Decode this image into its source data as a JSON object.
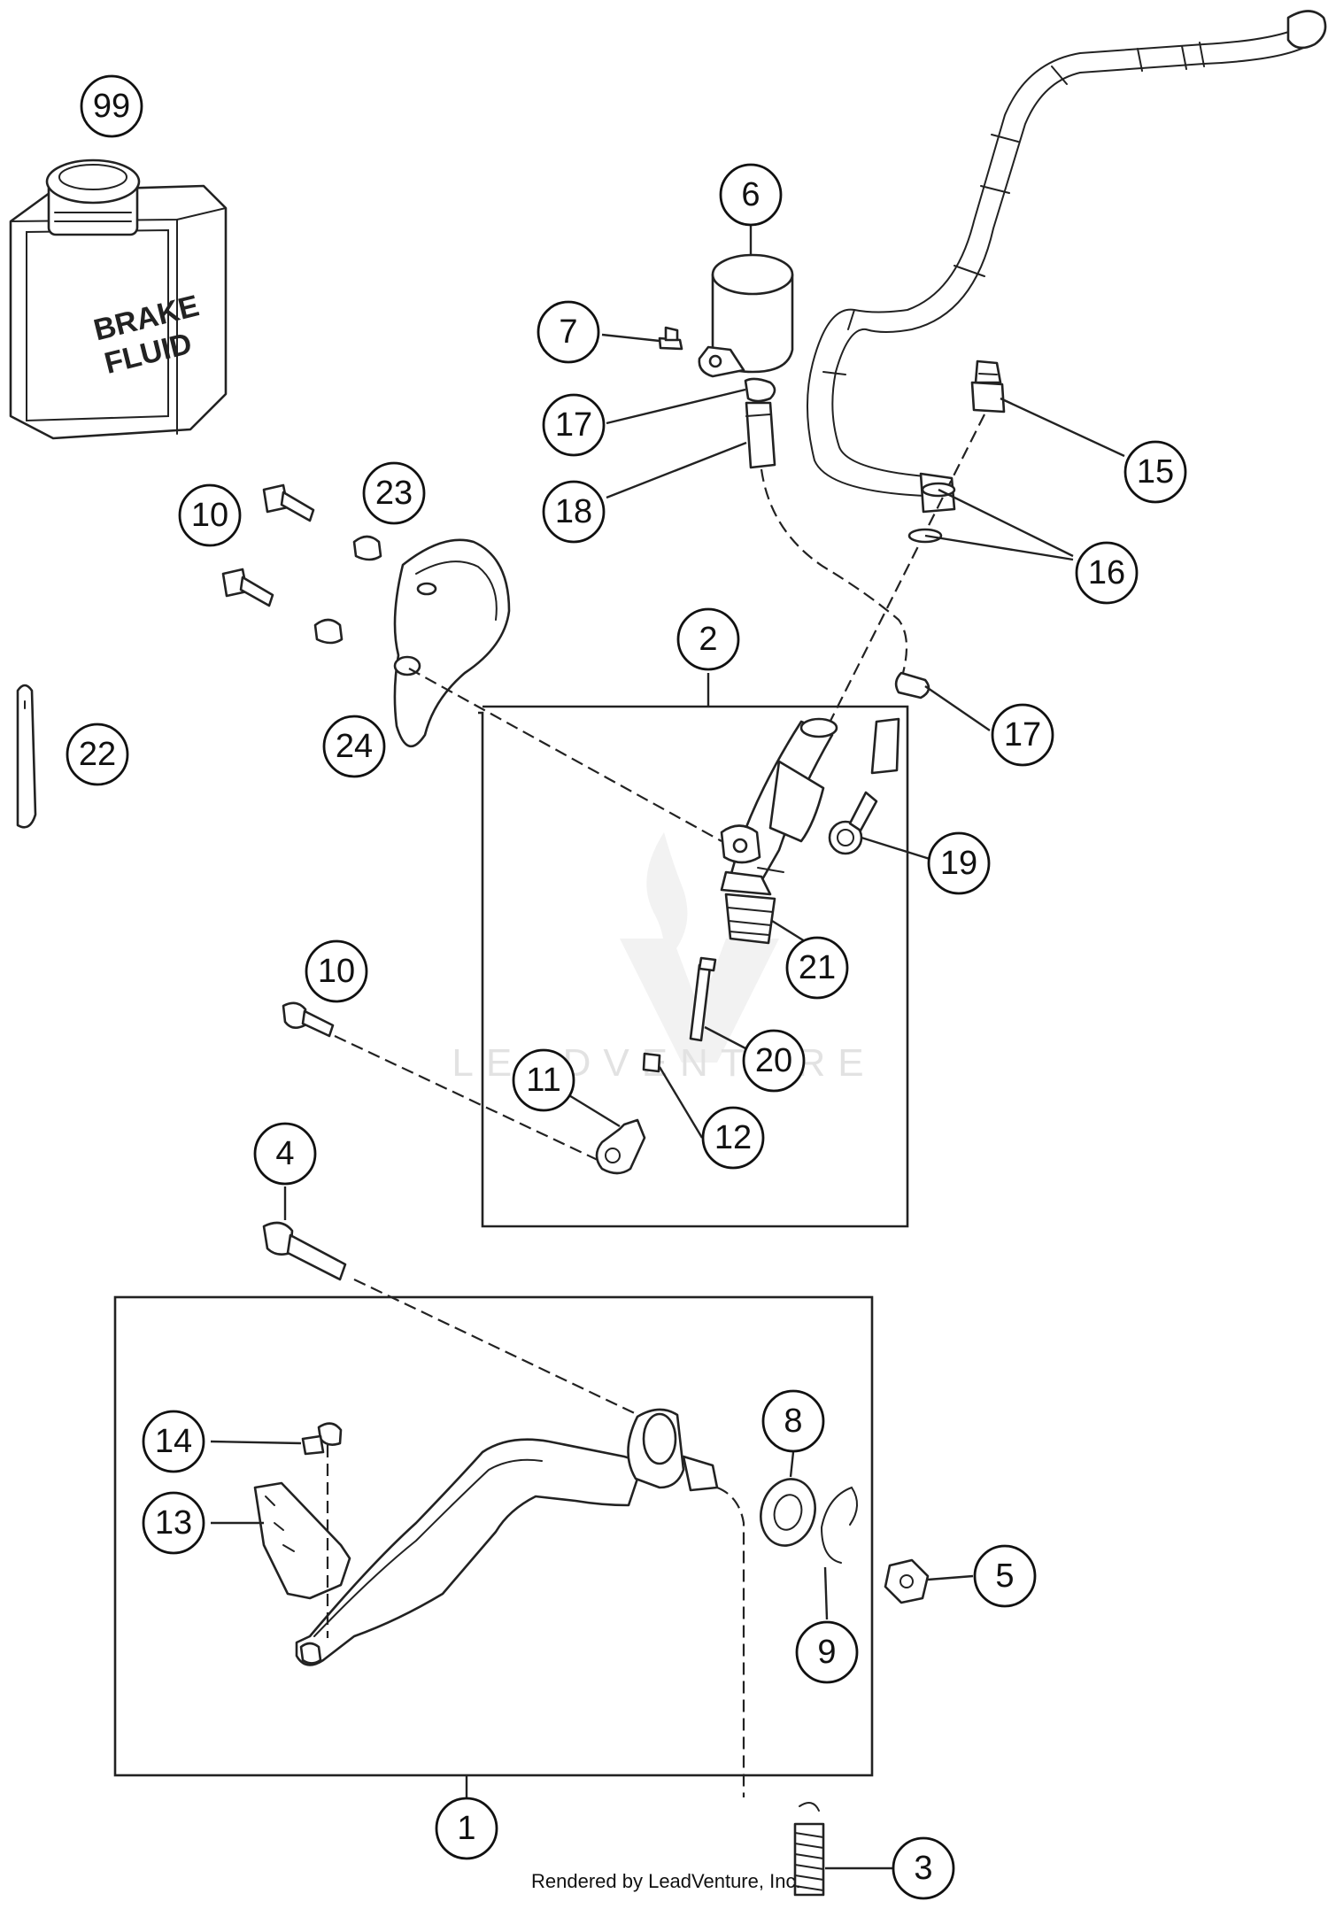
{
  "container": {
    "label": "BRAKE\nFLUID",
    "label_lines": [
      "BRAKE",
      "FLUID"
    ]
  },
  "watermark": "LEADVENTURE",
  "footer": "Rendered by LeadVenture, Inc.",
  "callouts": [
    {
      "id": "99"
    },
    {
      "id": "6"
    },
    {
      "id": "7"
    },
    {
      "id": "17"
    },
    {
      "id": "18"
    },
    {
      "id": "15"
    },
    {
      "id": "16"
    },
    {
      "id": "10"
    },
    {
      "id": "23"
    },
    {
      "id": "2"
    },
    {
      "id": "17"
    },
    {
      "id": "22"
    },
    {
      "id": "24"
    },
    {
      "id": "19"
    },
    {
      "id": "21"
    },
    {
      "id": "10"
    },
    {
      "id": "20"
    },
    {
      "id": "11"
    },
    {
      "id": "12"
    },
    {
      "id": "4"
    },
    {
      "id": "8"
    },
    {
      "id": "14"
    },
    {
      "id": "13"
    },
    {
      "id": "5"
    },
    {
      "id": "9"
    },
    {
      "id": "1"
    },
    {
      "id": "3"
    }
  ]
}
